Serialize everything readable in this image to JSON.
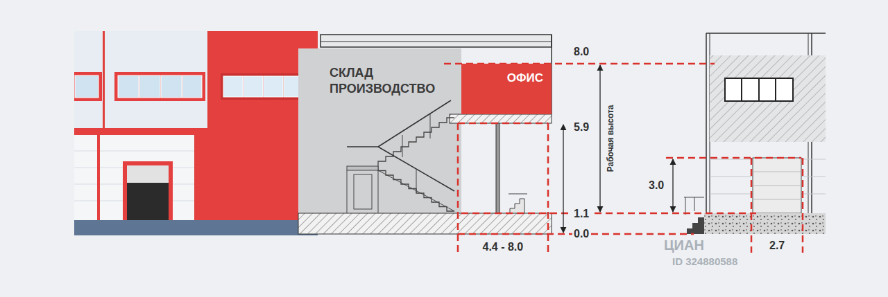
{
  "diagram": {
    "nodes": [
      {
        "text": [
          "СКЛАД ПРОИЗВОДСТВО"
        ]
      },
      {
        "text": [
          "ОФИС"
        ]
      }
    ],
    "labels": [
      "8.0",
      "Рабочая высота",
      "5.9",
      "3.0",
      "1.1",
      "0.0",
      "4.4 - 8.0",
      "2.7",
      "ЦИАН",
      "ID 324880588"
    ]
  }
}
